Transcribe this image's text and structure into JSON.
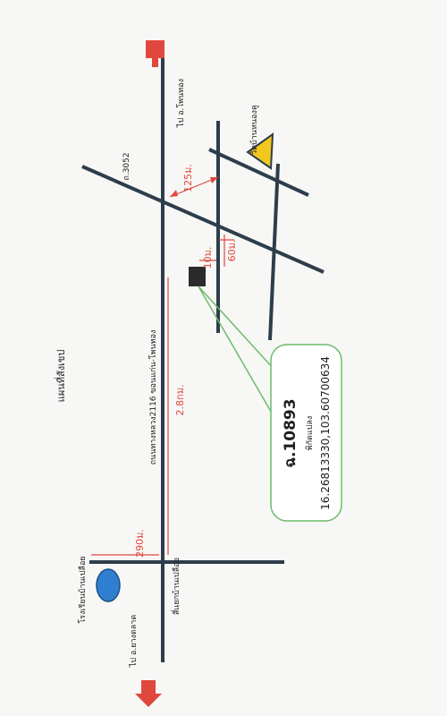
{
  "title": "แผนที่สังเขป",
  "roads": {
    "main_highway": "ถนนทางหลวง2116 ขอนแก่น-โพนทอง",
    "road_3052": "ถ.3052",
    "to_phon_thong": "ไป อ.โพนทอง",
    "to_yang_talat": "ไป อ.ยางตลาด",
    "intersection": "สี่แยกบ้านเปลือย"
  },
  "landmarks": {
    "temple": "วัดบ้านหนองคู",
    "school": "โรงเรียนบ้านเปลือย"
  },
  "distances": {
    "d125": "125ม.",
    "d10": "10ม.",
    "d60": "60ม.",
    "d28km": "2.8กม.",
    "d290": "290ม."
  },
  "callout": {
    "parcel": "ฉ.10893",
    "coord_label": "พิกัดแปลง",
    "coords": "16.26813330,103.60700634"
  },
  "colors": {
    "road": "#2e3d4a",
    "arrow": "#e0473d",
    "triangle": "#f2c81f",
    "school_marker": "#2f7fd0",
    "callout_border": "#6dbb6d",
    "dimension": "#e0473d"
  }
}
